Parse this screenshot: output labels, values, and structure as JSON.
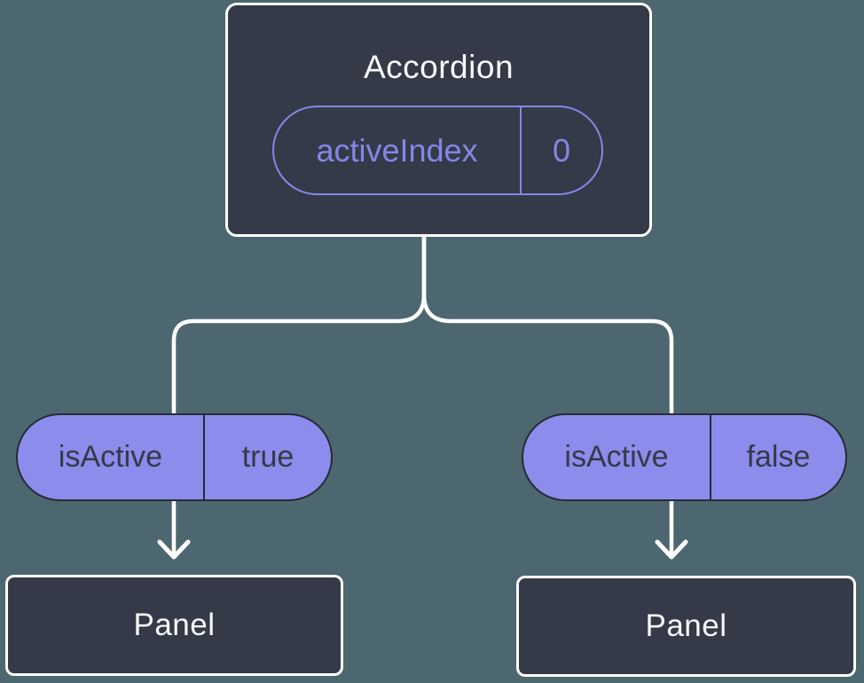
{
  "colors": {
    "background": "#4D6770",
    "node_fill": "#343A47",
    "node_border": "#FFFFFF",
    "title_text": "#F7F8FA",
    "accent": "#8287E8",
    "pill_fill": "#8B8CEB",
    "pill_border": "#262B36",
    "pill_text": "#333A47",
    "line": "#FFFFFF"
  },
  "tree": {
    "root": {
      "title": "Accordion",
      "state": {
        "name": "activeIndex",
        "value": "0"
      }
    },
    "branches": [
      {
        "prop": {
          "name": "isActive",
          "value": "true"
        },
        "child": {
          "title": "Panel"
        }
      },
      {
        "prop": {
          "name": "isActive",
          "value": "false"
        },
        "child": {
          "title": "Panel"
        }
      }
    ]
  }
}
